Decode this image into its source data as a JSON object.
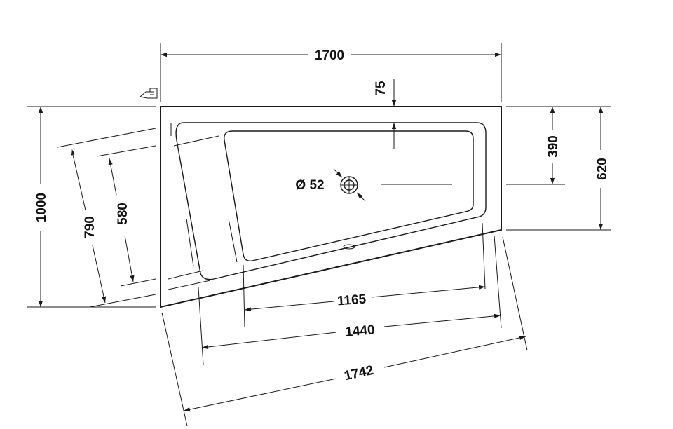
{
  "dimensions": {
    "total_length": "1700",
    "rim_offset": "75",
    "total_width": "1000",
    "outer_slant_width": "790",
    "inner_slant_width": "580",
    "drain_offset": "390",
    "short_side_width": "620",
    "inner_length": "1165",
    "bottom_length": "1440",
    "diagonal_length": "1742",
    "drain_diameter": "Ø 52"
  },
  "colors": {
    "line": "#1a1a1a",
    "background": "#ffffff"
  },
  "icons": {
    "corner_marker": "pointing-hand-icon",
    "drain": "drain-outlet-icon"
  }
}
